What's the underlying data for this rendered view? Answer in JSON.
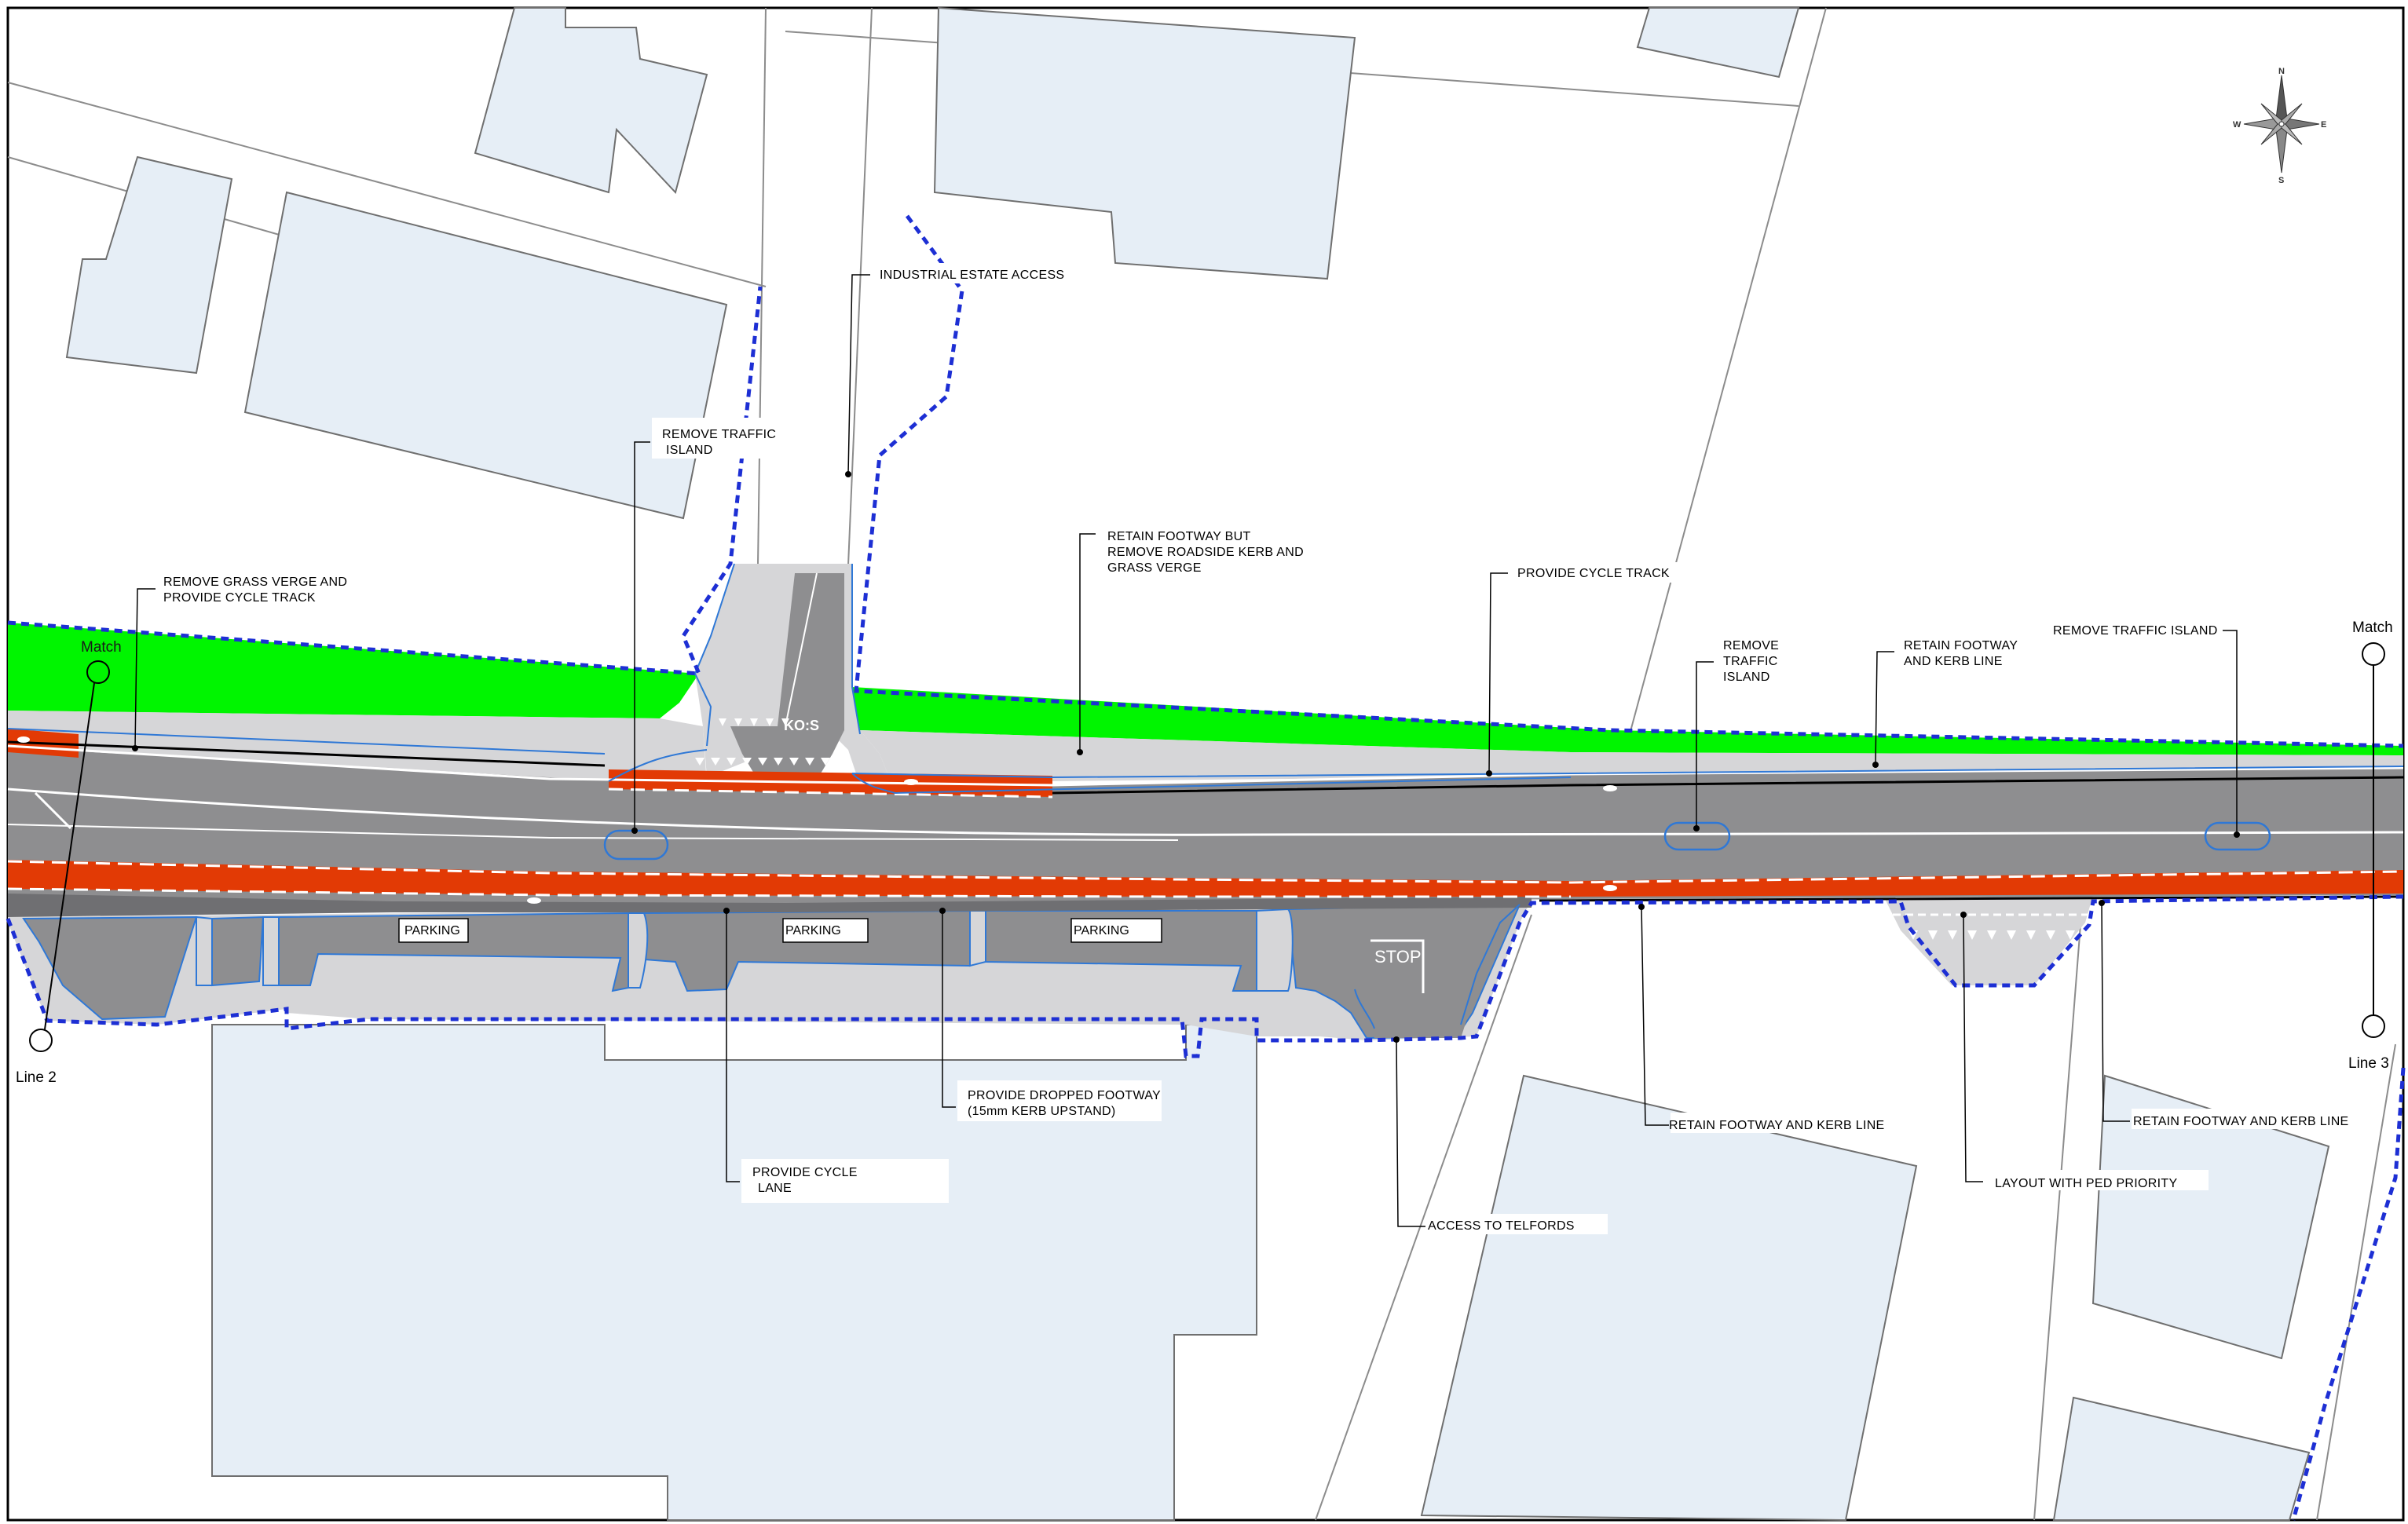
{
  "annotations": {
    "industrial_estate_access": "INDUSTRIAL ESTATE ACCESS",
    "remove_traffic_island_1": [
      "REMOVE TRAFFIC",
      "ISLAND"
    ],
    "remove_grass_verge": [
      "REMOVE GRASS VERGE AND",
      "PROVIDE CYCLE TRACK"
    ],
    "retain_footway_remove_kerb": [
      "RETAIN FOOTWAY BUT",
      "REMOVE ROADSIDE KERB AND",
      "GRASS VERGE"
    ],
    "provide_cycle_track": "PROVIDE CYCLE TRACK",
    "remove_traffic_island_2": [
      "REMOVE",
      "TRAFFIC",
      "ISLAND"
    ],
    "retain_footway_kerb_line_top": [
      "RETAIN FOOTWAY",
      "AND KERB LINE"
    ],
    "remove_traffic_island_3": "REMOVE TRAFFIC ISLAND",
    "provide_dropped_footway": [
      "PROVIDE DROPPED FOOTWAY",
      "(15mm KERB UPSTAND)"
    ],
    "provide_cycle_lane": [
      "PROVIDE CYCLE",
      "LANE"
    ],
    "access_to_telfords": "ACCESS TO TELFORDS",
    "retain_footway_kerb_line_1": "RETAIN FOOTWAY AND KERB LINE",
    "layout_ped_priority": "LAYOUT WITH PED PRIORITY",
    "retain_footway_kerb_line_2": "RETAIN FOOTWAY AND KERB LINE"
  },
  "road_labels": {
    "parking": [
      "PARKING",
      "PARKING",
      "PARKING"
    ],
    "stop": "STOP",
    "keep_clear": "KO:S"
  },
  "match_lines": {
    "left": {
      "match": "Match",
      "line": "Line 2"
    },
    "right": {
      "match": "Match",
      "line": "Line 3"
    }
  },
  "compass": {
    "n": "N",
    "s": "S",
    "e": "E",
    "w": "W"
  },
  "colors": {
    "carriageway": "#8e8e90",
    "carriageway_dark": "#6f6f72",
    "footway": "#d6d6d8",
    "cycle_track": "#e23a05",
    "grass_verge": "#00f500",
    "building": "#e6eef6",
    "boundary_dashed": "#1d2fd4",
    "kerb_line": "#2f78d6"
  }
}
